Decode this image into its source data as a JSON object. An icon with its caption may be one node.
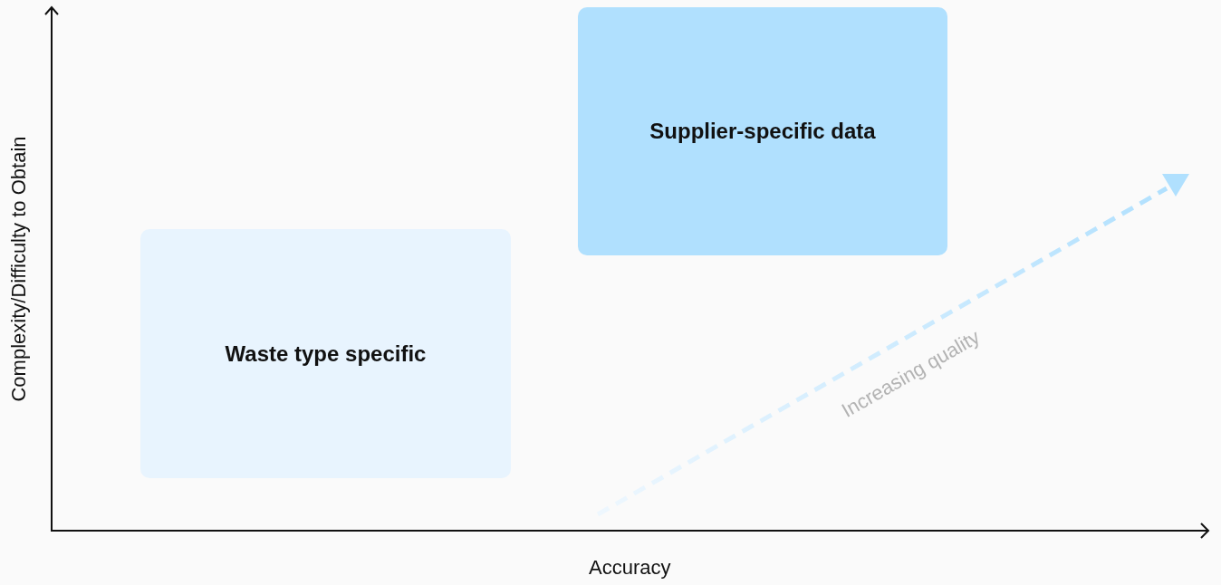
{
  "diagram": {
    "nodes": [
      {
        "text": [
          "Supplier-specific data"
        ]
      },
      {
        "text": [
          "Waste type specific"
        ]
      }
    ],
    "labels": [
      "Complexity/Difficulty to Obtain",
      "Increasing quality",
      "Accuracy"
    ]
  }
}
